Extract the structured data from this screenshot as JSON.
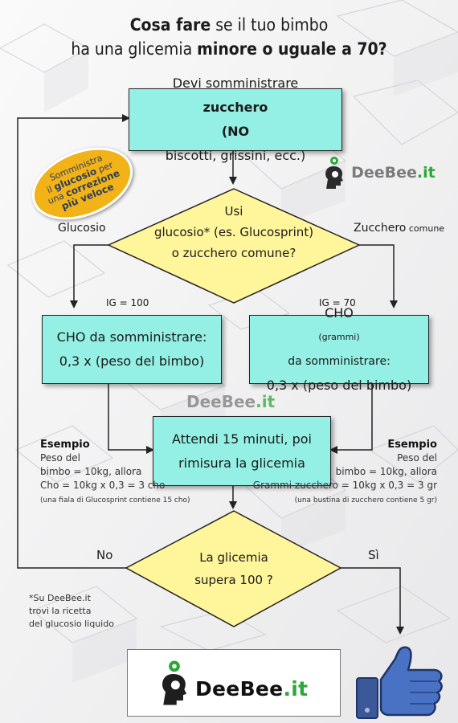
{
  "title": {
    "line1_pre": "Cosa fare",
    "line1_post": " se il tuo bimbo",
    "line2_pre": "ha una glicemia ",
    "line2_bold": "minore o uguale a 70?"
  },
  "step1": {
    "line1_pre": "Devi somministrare ",
    "line1_bold": "zucchero",
    "line2_bold": "(NO",
    "line2_post": " biscotti, grissini, ecc.)"
  },
  "badge": {
    "line1": "Somministra",
    "line2_pre": "il ",
    "line2_bold": "glucosio",
    "line2_post": " per",
    "line3_pre": "una ",
    "line3_bold": "correzione",
    "line4_bold": "più veloce"
  },
  "decision1": {
    "line1": "Usi",
    "line2": "glucosio* (es. Glucosprint)",
    "line3": "o zucchero comune?",
    "left_label": "Glucosio",
    "right_label_main": "Zucchero",
    "right_label_small": " comune"
  },
  "ig_left": "IG = 100",
  "ig_right": "IG = 70",
  "cho_left": {
    "line1": "CHO da somministrare:",
    "line2": "0,3 x (peso del bimbo)"
  },
  "cho_right": {
    "line1_pre": "CHO ",
    "line1_small": "(grammi)",
    "line1_post": " da somministrare:",
    "line2": "0,3 x (peso del bimbo)"
  },
  "wait": {
    "line1": "Attendi 15 minuti, poi",
    "line2": "rimisura la glicemia"
  },
  "example_left": {
    "heading": "Esempio",
    "line1": "Peso del",
    "line2": "bimbo = 10kg, allora",
    "line3": "Cho = 10kg x 0,3 = 3 cho",
    "note": "(una fiala di Glucosprint contiene 15 cho)"
  },
  "example_right": {
    "heading": "Esempio",
    "line1": "Peso del",
    "line2": "bimbo = 10kg, allora",
    "line3": "Grammi zucchero = 10kg x 0,3 = 3 gr",
    "note": "(una bustina di zucchero contiene 5 gr)"
  },
  "decision2": {
    "line1": "La glicemia",
    "line2": "supera 100 ?",
    "no_label": "No",
    "yes_label": "Sì"
  },
  "footnote": {
    "line1": "*Su DeeBee.it",
    "line2": "trovi la ricetta",
    "line3": "del glucosio liquido"
  },
  "brand": {
    "name": "DeeBee",
    "tld": ".it"
  },
  "colors": {
    "box_fill": "#94f0e4",
    "diamond_fill": "#fff59b",
    "badge_fill": "#f2b319",
    "brand_green": "#2ca63a"
  },
  "icons": [
    "deebee-head-logo-icon",
    "thumbs-up-icon",
    "arrow-icon"
  ]
}
